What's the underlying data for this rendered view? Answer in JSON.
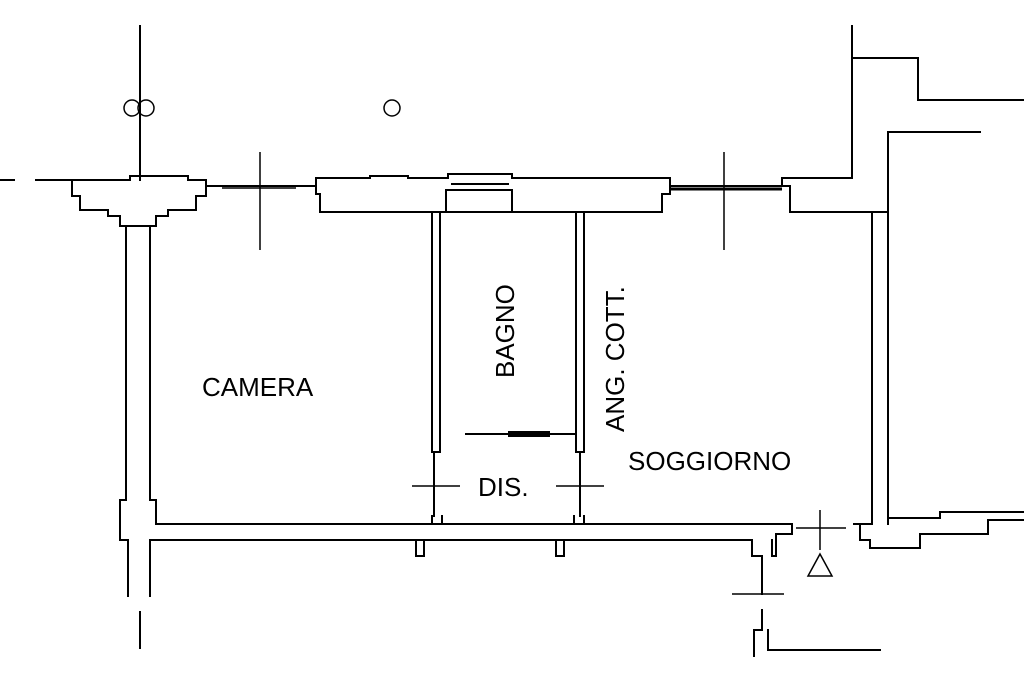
{
  "rooms": {
    "camera": "CAMERA",
    "bagno": "BAGNO",
    "ang_cott": "ANG. COTT.",
    "soggiorno": "SOGGIORNO",
    "dis": "DIS."
  },
  "symbols": {
    "ceiling_light_double": "double-circle-icon",
    "ceiling_light_single": "circle-icon",
    "entrance_marker": "triangle-icon"
  }
}
